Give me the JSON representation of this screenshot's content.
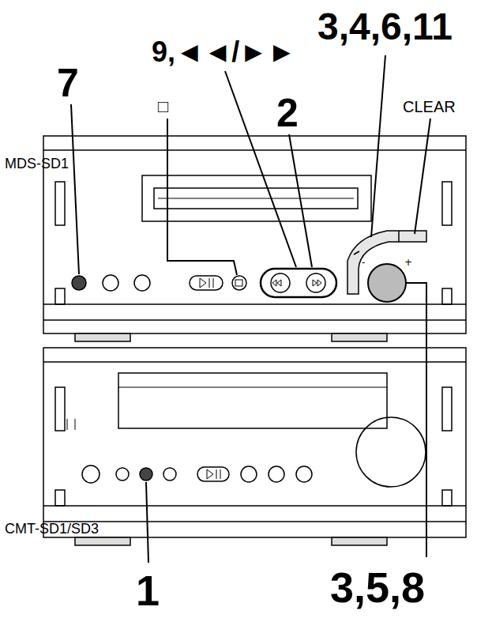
{
  "diagram": {
    "labels": [
      "3,4,6,11",
      "9,◄◄/►►",
      "7",
      "□",
      "2",
      "CLEAR",
      "MDS-SD1",
      "CMT-SD1/SD3",
      "1",
      "3,5,8"
    ]
  }
}
